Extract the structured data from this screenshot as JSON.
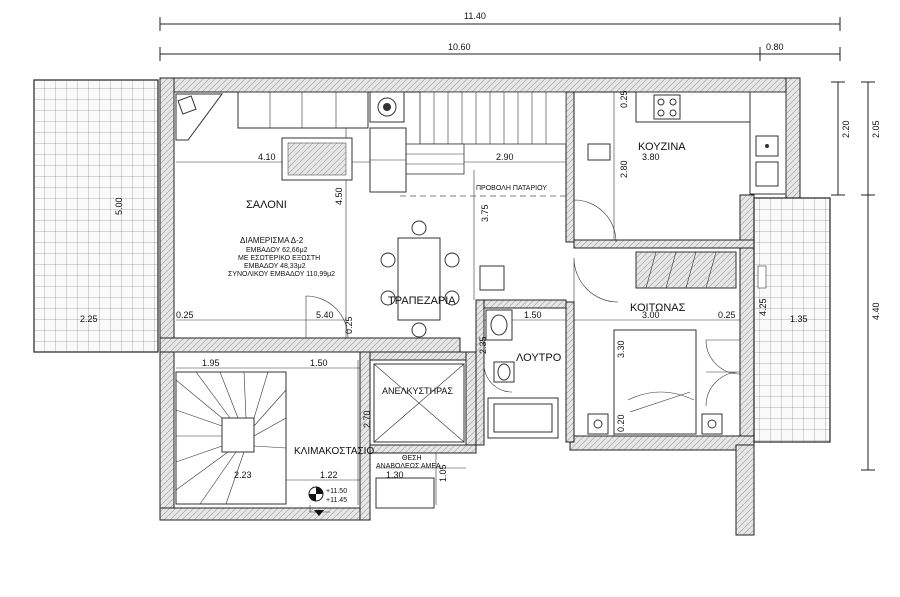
{
  "dimensions": {
    "top_total": "11.40",
    "top_main": "10.60",
    "top_right": "0.80",
    "right_upper_a": "2.20",
    "right_upper_b": "2.05",
    "right_lower": "4.40",
    "left_balcony_height": "5.00",
    "left_balcony_width": "2.25",
    "saloni_width": "4.10",
    "saloni_depth": "4.50",
    "dining_width": "2.90",
    "dining_depth": "3.75",
    "kitchen_width": "3.80",
    "kitchen_depth": "2.80",
    "kitchen_gap": "0.25",
    "bedroom_width": "3.00",
    "bedroom_depth": "3.30",
    "bedroom_wall_a": "0.25",
    "bedroom_wall_b": "0.20",
    "right_balcony_width": "1.35",
    "right_balcony_depth": "4.25",
    "wall_left": "0.25",
    "hall_width": "5.40",
    "hall_gap": "0.25",
    "bath_width": "1.50",
    "bath_depth": "2.35",
    "stair_top": "1.95",
    "stair_mid": "1.50",
    "stair_depth": "2.70",
    "stair_bottom": "2.23",
    "landing_width": "1.22",
    "lift_slot_width": "1.30",
    "lift_slot_depth": "1.05"
  },
  "rooms": {
    "saloni": "ΣΑΛΟΝΙ",
    "trapezaria": "ΤΡΑΠΕΖΑΡΙΑ",
    "kouzina": "ΚΟΥΖΙΝΑ",
    "koitonas": "ΚΟΙΤΩΝΑΣ",
    "loutro": "ΛΟΥΤΡΟ",
    "anelkystiras": "ΑΝΕΛΚΥΣΤΗΡΑΣ",
    "klimakostasio": "ΚΛΙΜΑΚΟΣΤΑΣΙΟ",
    "provoli_patariou": "ΠΡΟΒΟΛΗ ΠΑΤΑΡΙΟΥ",
    "thesi_line1": "ΘΕΣΗ",
    "thesi_line2": "ΑΝΑΒΟΛΕΩΣ ΑΜΕΑ"
  },
  "area_info": {
    "line1": "ΔΙΑΜΕΡΙΣΜΑ Δ-2",
    "line2": "ΕΜΒΑΔΟΥ 62,66μ2",
    "line3": "ΜΕ ΕΣΩΤΕΡΙΚΟ ΕΞΩΣΤΗ",
    "line4": "ΕΜΒΑΔΟΥ 48,33μ2",
    "line5": "ΣΥΝΟΛΙΚΟΥ ΕΜΒΑΔΟΥ 110,99μ2"
  },
  "levels": {
    "upper": "+11.50",
    "lower": "+11.45"
  }
}
